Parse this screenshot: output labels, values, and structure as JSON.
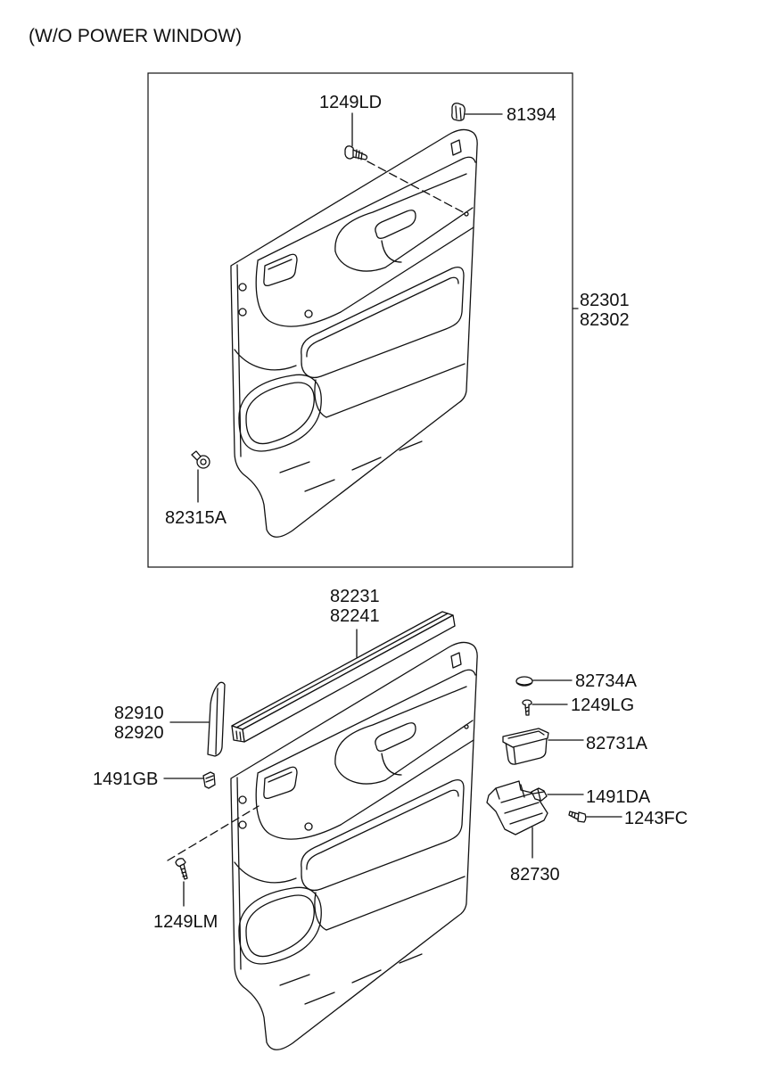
{
  "header": {
    "title": "(W/O POWER WINDOW)"
  },
  "upper": {
    "c1249LD": "1249LD",
    "c81394": "81394",
    "c82301": "82301",
    "c82302": "82302",
    "c82315A": "82315A"
  },
  "lower": {
    "c82231": "82231",
    "c82241": "82241",
    "c82910": "82910",
    "c82920": "82920",
    "c1491GB": "1491GB",
    "c1249LM": "1249LM",
    "c82734A": "82734A",
    "c1249LG": "1249LG",
    "c82731A": "82731A",
    "c1491DA": "1491DA",
    "c1243FC": "1243FC",
    "c82730": "82730"
  },
  "colors": {
    "ink": "#111111",
    "background": "#ffffff"
  }
}
